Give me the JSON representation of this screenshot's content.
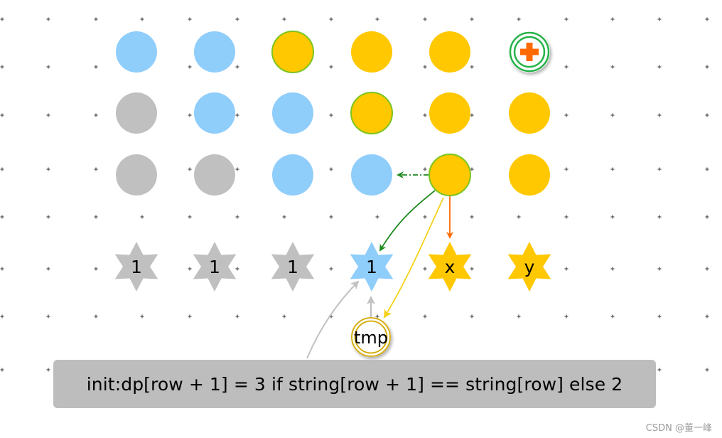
{
  "grid": {
    "rows": [
      [
        "blue",
        "blue",
        "yellow-outlined",
        "yellow",
        "yellow",
        "add-button"
      ],
      [
        "gray",
        "blue",
        "blue",
        "yellow-outlined",
        "yellow",
        "yellow"
      ],
      [
        "gray",
        "gray",
        "blue",
        "blue",
        "yellow-outlined",
        "yellow"
      ]
    ]
  },
  "dp_row": [
    {
      "label": "1",
      "color": "gray"
    },
    {
      "label": "1",
      "color": "gray"
    },
    {
      "label": "1",
      "color": "gray"
    },
    {
      "label": "1",
      "color": "blue"
    },
    {
      "label": "x",
      "color": "yellow"
    },
    {
      "label": "y",
      "color": "yellow"
    }
  ],
  "tmp": {
    "label": "tmp"
  },
  "caption": "init:dp[row + 1] = 3 if string[row + 1] == string[row] else 2",
  "watermark": "CSDN @董一峰",
  "colors": {
    "blue": "#8fcdfb",
    "yellow": "#ffc800",
    "gray": "#c0c0c0",
    "green_outline": "#7cc51e",
    "arrow_green": "#1e8a1e",
    "arrow_orange": "#ff6a00",
    "arrow_yellow": "#f5d21a",
    "arrow_gray": "#c2c2c2",
    "add_green": "#26b34a",
    "add_cross": "#ff6a00"
  }
}
